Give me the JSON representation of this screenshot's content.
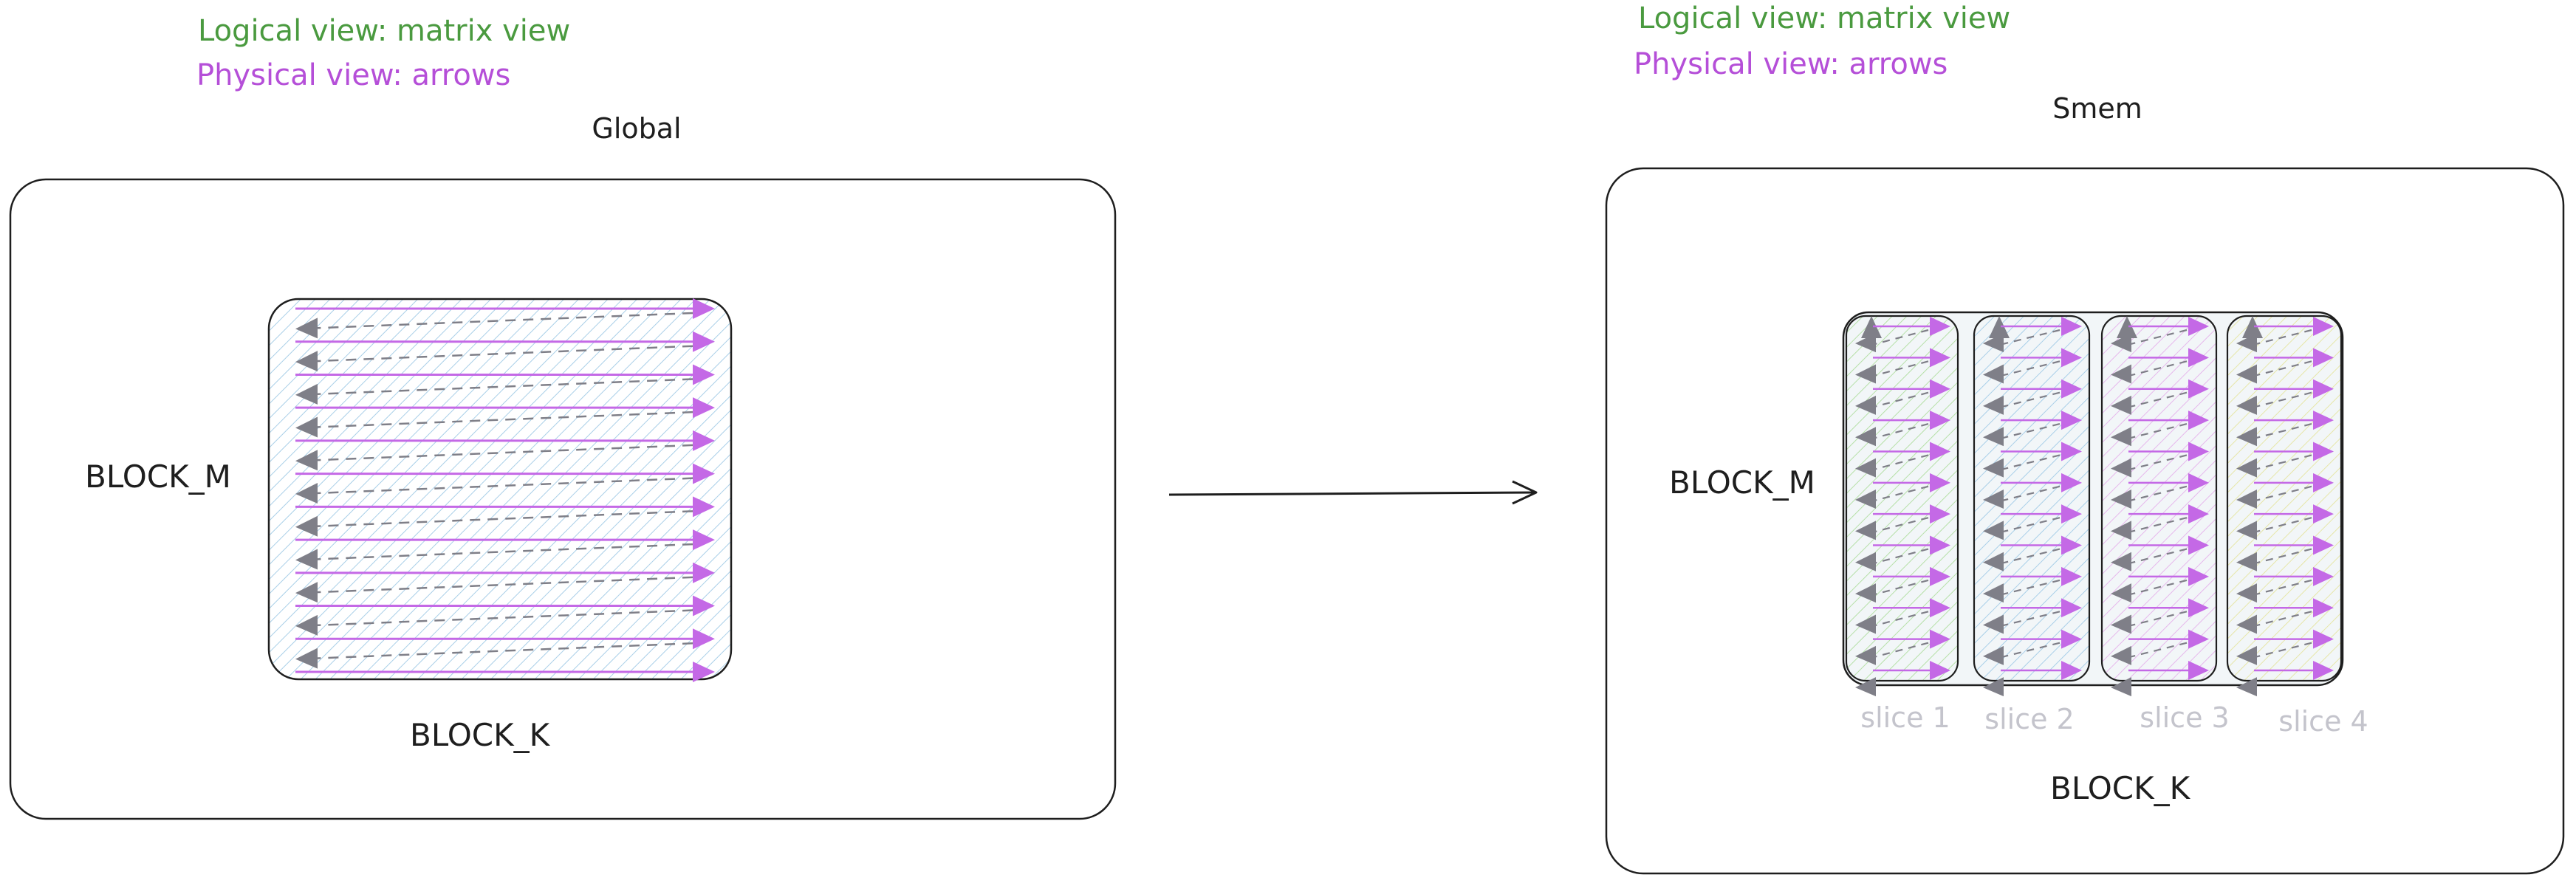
{
  "colors": {
    "green": "#4a9a3f",
    "purple": "#b54fd8",
    "arrow_purple": "#c469e6",
    "arrow_gray": "#7f7f88",
    "ink": "#1e1e1e",
    "slice_label": "#c4c4cc",
    "hatch_blue": "#a9cfe8",
    "hatch_green": "#b6e0a8",
    "hatch_pink": "#e6b8ec",
    "hatch_yellow": "#e6e6a8"
  },
  "global_panel": {
    "legend_logical": "Logical view: matrix view",
    "legend_physical": "Physical view: arrows",
    "title": "Global",
    "m_label": "BLOCK_M",
    "k_label": "BLOCK_K",
    "row_count": 12
  },
  "transform_arrow": {
    "icon": "arrow-right-icon"
  },
  "smem_panel": {
    "legend_logical": "Logical view: matrix view",
    "legend_physical": "Physical view: arrows",
    "title": "Smem",
    "m_label": "BLOCK_M",
    "k_label": "BLOCK_K",
    "row_count": 12,
    "slices": [
      {
        "label": "slice 1",
        "hatch": "green"
      },
      {
        "label": "slice 2",
        "hatch": "blue"
      },
      {
        "label": "slice 3",
        "hatch": "pink"
      },
      {
        "label": "slice 4",
        "hatch": "yellow"
      }
    ]
  }
}
